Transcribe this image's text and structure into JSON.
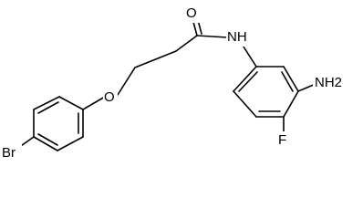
{
  "molecule": {
    "atoms": {
      "oxygen_carbonyl": "O",
      "amide_nitrogen": "NH",
      "ether_oxygen": "O",
      "amino": "NH2",
      "fluoro": "F",
      "bromo": "Br"
    }
  }
}
